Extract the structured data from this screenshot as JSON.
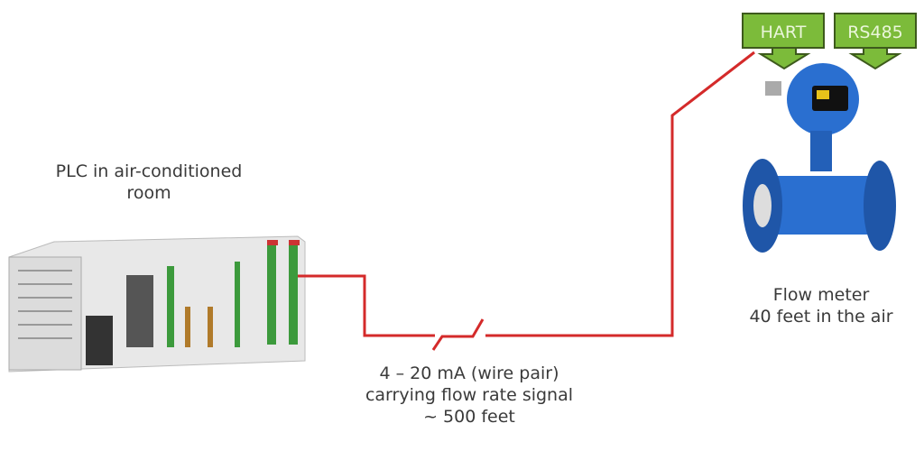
{
  "plc": {
    "label_line1": "PLC in air-conditioned",
    "label_line2": "room"
  },
  "flow_meter": {
    "label_line1": "Flow meter",
    "label_line2": "40 feet in the air"
  },
  "wire": {
    "line1": "4 – 20 mA (wire pair)",
    "line2": "carrying flow rate signal",
    "line3": "~ 500 feet"
  },
  "protocols": [
    {
      "label": "HART"
    },
    {
      "label": "RS485"
    }
  ],
  "colors": {
    "wire": "#d42a2a",
    "tag": "#7cbb3a",
    "meter": "#2a6fd0"
  }
}
